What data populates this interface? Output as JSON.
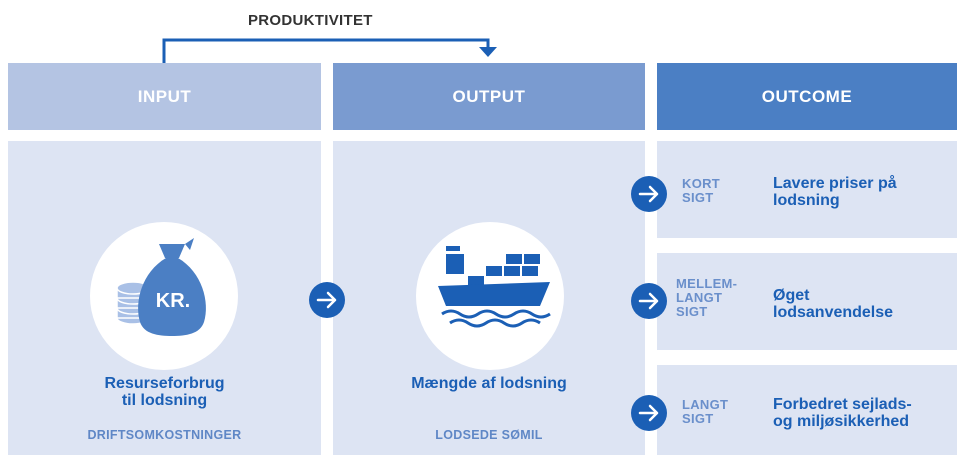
{
  "top_label": "PRODUKTIVITET",
  "columns": {
    "input": {
      "header": "INPUT",
      "icon": "money-bag-coins-icon",
      "icon_text": "KR.",
      "main_line1": "Resurseforbrug",
      "main_line2": "til lodsning",
      "sub": "DRIFTSOMKOSTNINGER"
    },
    "output": {
      "header": "OUTPUT",
      "icon": "cargo-ship-icon",
      "main": "Mængde af lodsning",
      "sub": "LODSEDE SØMIL"
    },
    "outcome": {
      "header": "OUTCOME",
      "items": [
        {
          "term_lines": [
            "KORT",
            "SIGT"
          ],
          "desc_lines": [
            "Lavere priser på",
            "lodsning"
          ]
        },
        {
          "term_lines": [
            "MELLEM-",
            "LANGT",
            "SIGT"
          ],
          "desc_lines": [
            "Øget",
            "lodsanvendelse"
          ]
        },
        {
          "term_lines": [
            "LANGT",
            "SIGT"
          ],
          "desc_lines": [
            "Forbedret sejlads-",
            "og miljøsikkerhed"
          ]
        }
      ]
    }
  },
  "colors": {
    "input_header": "#b4c4e3",
    "output_header": "#7a9bd0",
    "outcome_header": "#4b7fc4",
    "panel_bg": "#dde4f3",
    "accent_blue": "#1b5fb5",
    "light_text": "#5f87c6"
  }
}
